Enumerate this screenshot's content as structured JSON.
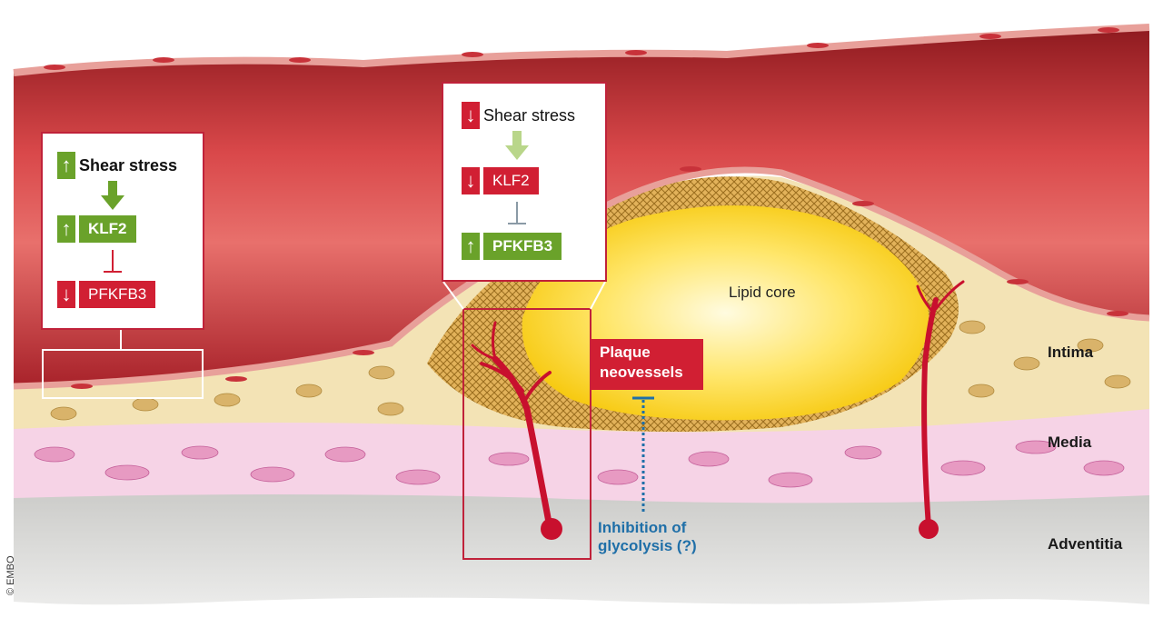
{
  "left_panel": {
    "shear": {
      "arrow": "↑",
      "label": "Shear stress"
    },
    "klf2": {
      "arrow": "↑",
      "label": "KLF2"
    },
    "pfkfb3": {
      "arrow": "↓",
      "label": "PFKFB3"
    }
  },
  "center_panel": {
    "shear": {
      "arrow": "↓",
      "label": "Shear stress"
    },
    "klf2": {
      "arrow": "↓",
      "label": "KLF2"
    },
    "pfkfb3": {
      "arrow": "↑",
      "label": "PFKFB3"
    }
  },
  "labels": {
    "lipid_core": "Lipid core",
    "plaque_neovessels": [
      "Plaque",
      "neovessels"
    ],
    "inhibition": [
      "Inhibition of",
      "glycolysis (?)"
    ],
    "intima": "Intima",
    "media": "Media",
    "adventitia": "Adventitia",
    "copyright": "© EMBO"
  },
  "colors": {
    "up_green": "#6aa22a",
    "down_red": "#d11f33",
    "lumen_red": "#b8262b",
    "lipid_yellow": "#ffd21e",
    "media_pink": "#f2c6dc",
    "adventitia_gray": "#d9d9d9",
    "inhibition_blue": "#1f6fa8"
  },
  "icons": [
    "up-arrow-icon",
    "down-arrow-icon",
    "activation-arrow-icon",
    "inhibition-tbar-icon"
  ]
}
